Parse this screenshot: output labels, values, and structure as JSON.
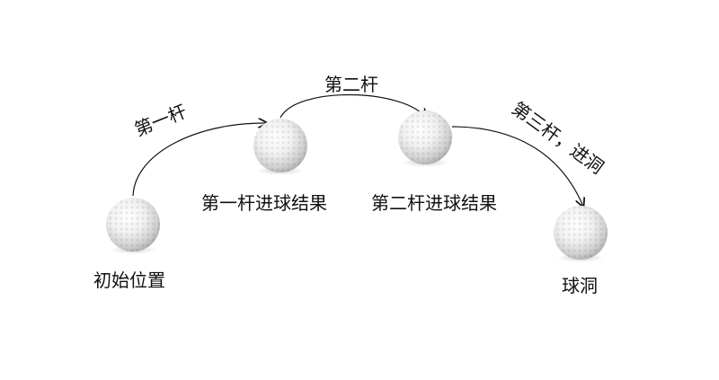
{
  "balls": {
    "start": "初始位置",
    "after_first": "第一杆进球结果",
    "after_second": "第二杆进球结果",
    "hole": "球洞"
  },
  "strokes": {
    "first": "第一杆",
    "second": "第二杆",
    "third": "第三杆，进洞"
  },
  "colors": {
    "line": "#111111",
    "ball_light": "#ffffff",
    "ball_dark": "#a9a9a9"
  }
}
